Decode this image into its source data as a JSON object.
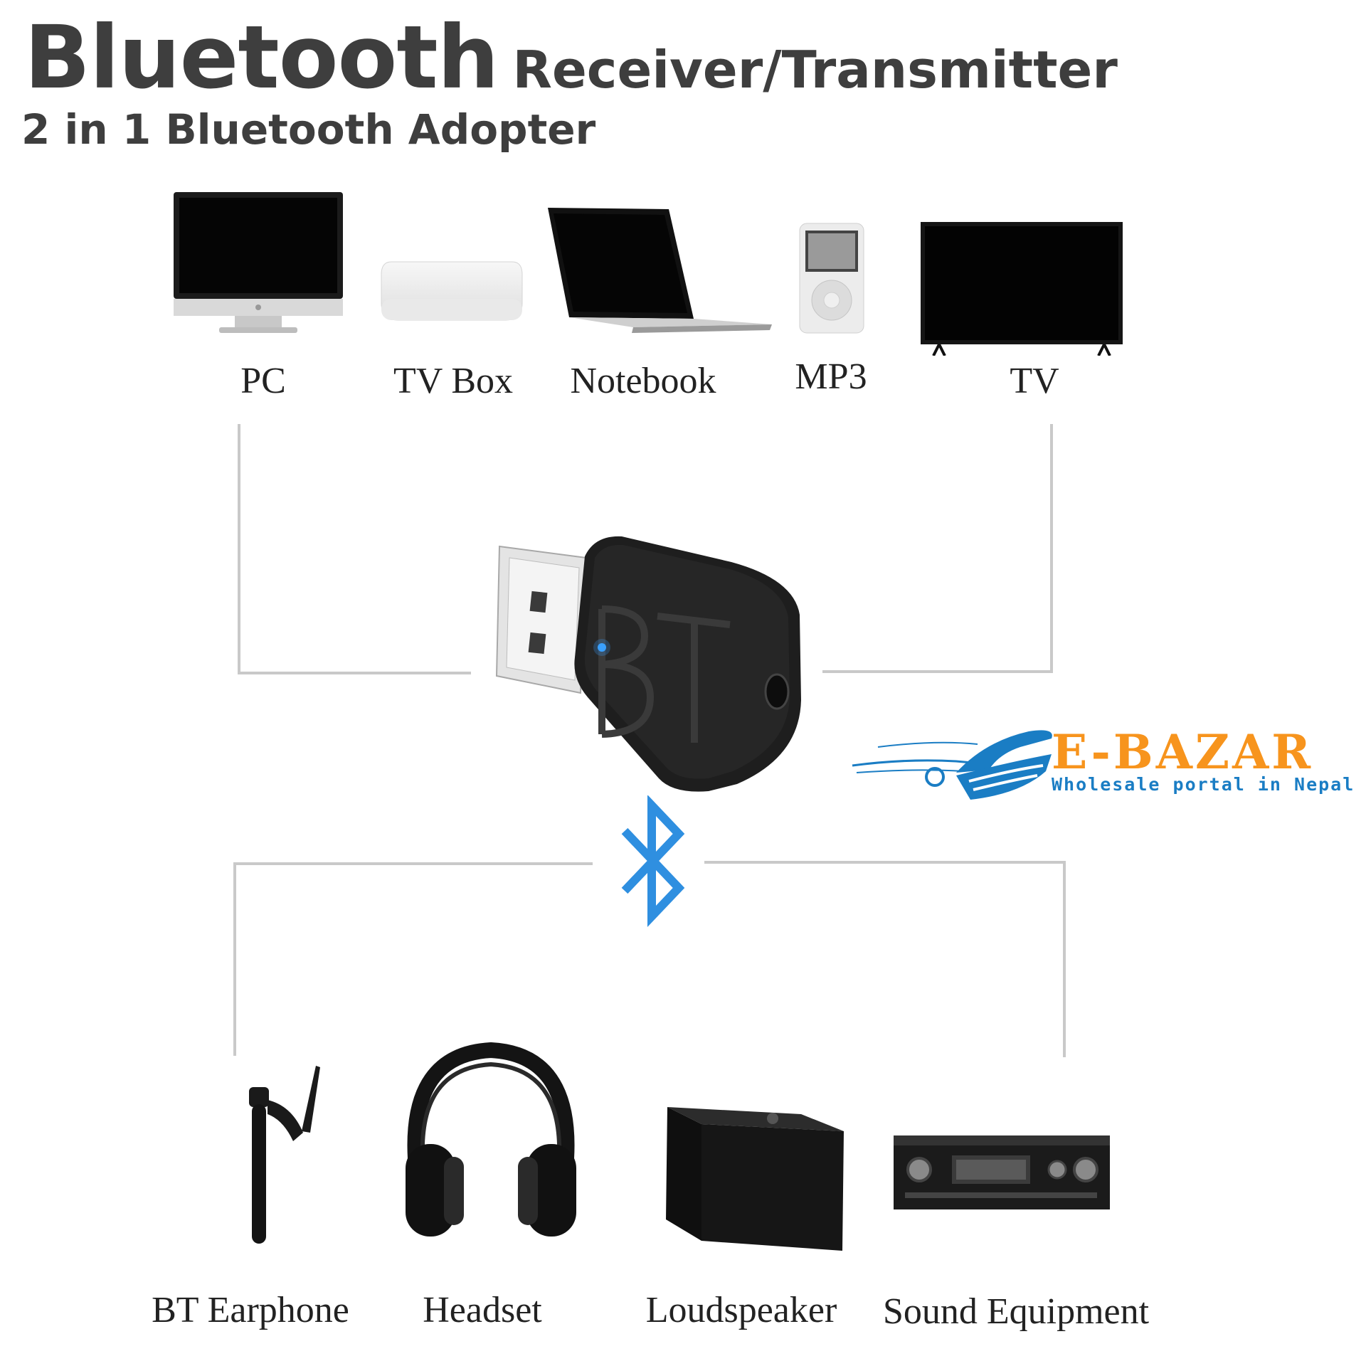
{
  "header": {
    "title_main": "Bluetooth",
    "title_rest": "Receiver/Transmitter",
    "subtitle": "2 in 1 Bluetooth Adopter"
  },
  "top_devices": [
    {
      "label": "PC",
      "icon": "monitor-icon"
    },
    {
      "label": "TV Box",
      "icon": "tv-box-icon"
    },
    {
      "label": "Notebook",
      "icon": "laptop-icon"
    },
    {
      "label": "MP3",
      "icon": "mp3-player-icon"
    },
    {
      "label": "TV",
      "icon": "television-icon"
    }
  ],
  "adapter": {
    "text": "BT",
    "icon": "bt-usb-adapter-icon"
  },
  "bluetooth_symbol": {
    "icon": "bluetooth-icon",
    "color": "#2f8fe0"
  },
  "bottom_devices": [
    {
      "label": "BT Earphone",
      "icon": "earpiece-icon"
    },
    {
      "label": "Headset",
      "icon": "headphones-icon"
    },
    {
      "label": "Loudspeaker",
      "icon": "speaker-icon"
    },
    {
      "label": "Sound Equipment",
      "icon": "amplifier-icon"
    }
  ],
  "logo": {
    "name": "E-BAZAR",
    "tagline": "Wholesale portal in Nepal",
    "colors": {
      "name": "#f7941d",
      "tagline": "#1a7dc4",
      "emblem": "#1a7dc4"
    }
  }
}
